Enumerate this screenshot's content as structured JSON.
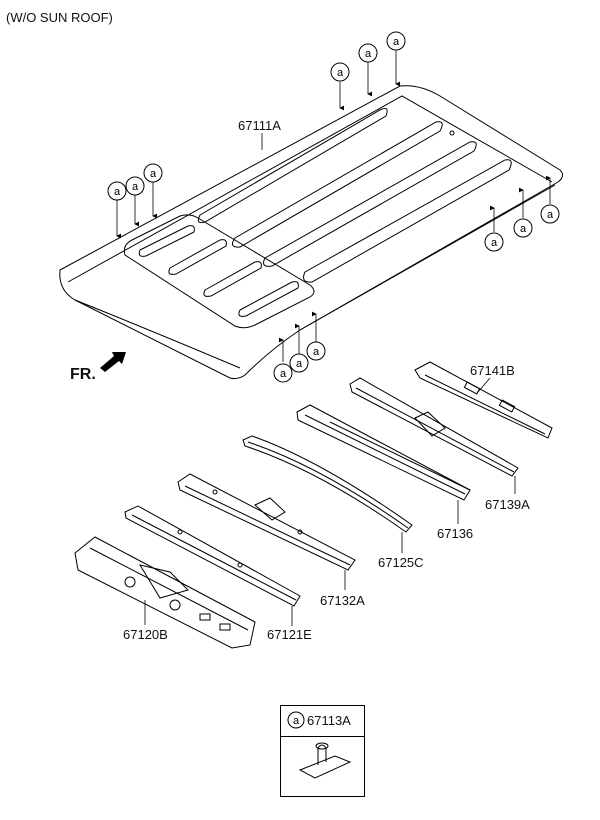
{
  "title": "(W/O SUN ROOF)",
  "front_label": "FR.",
  "ref_letter": "a",
  "legend": {
    "ref": "a",
    "part": "67113A"
  },
  "parts": [
    {
      "id": "p67111A",
      "label": "67111A"
    },
    {
      "id": "p67141B",
      "label": "67141B"
    },
    {
      "id": "p67139A",
      "label": "67139A"
    },
    {
      "id": "p67136",
      "label": "67136"
    },
    {
      "id": "p67125C",
      "label": "67125C"
    },
    {
      "id": "p67132A",
      "label": "67132A"
    },
    {
      "id": "p67121E",
      "label": "67121E"
    },
    {
      "id": "p67120B",
      "label": "67120B"
    }
  ]
}
